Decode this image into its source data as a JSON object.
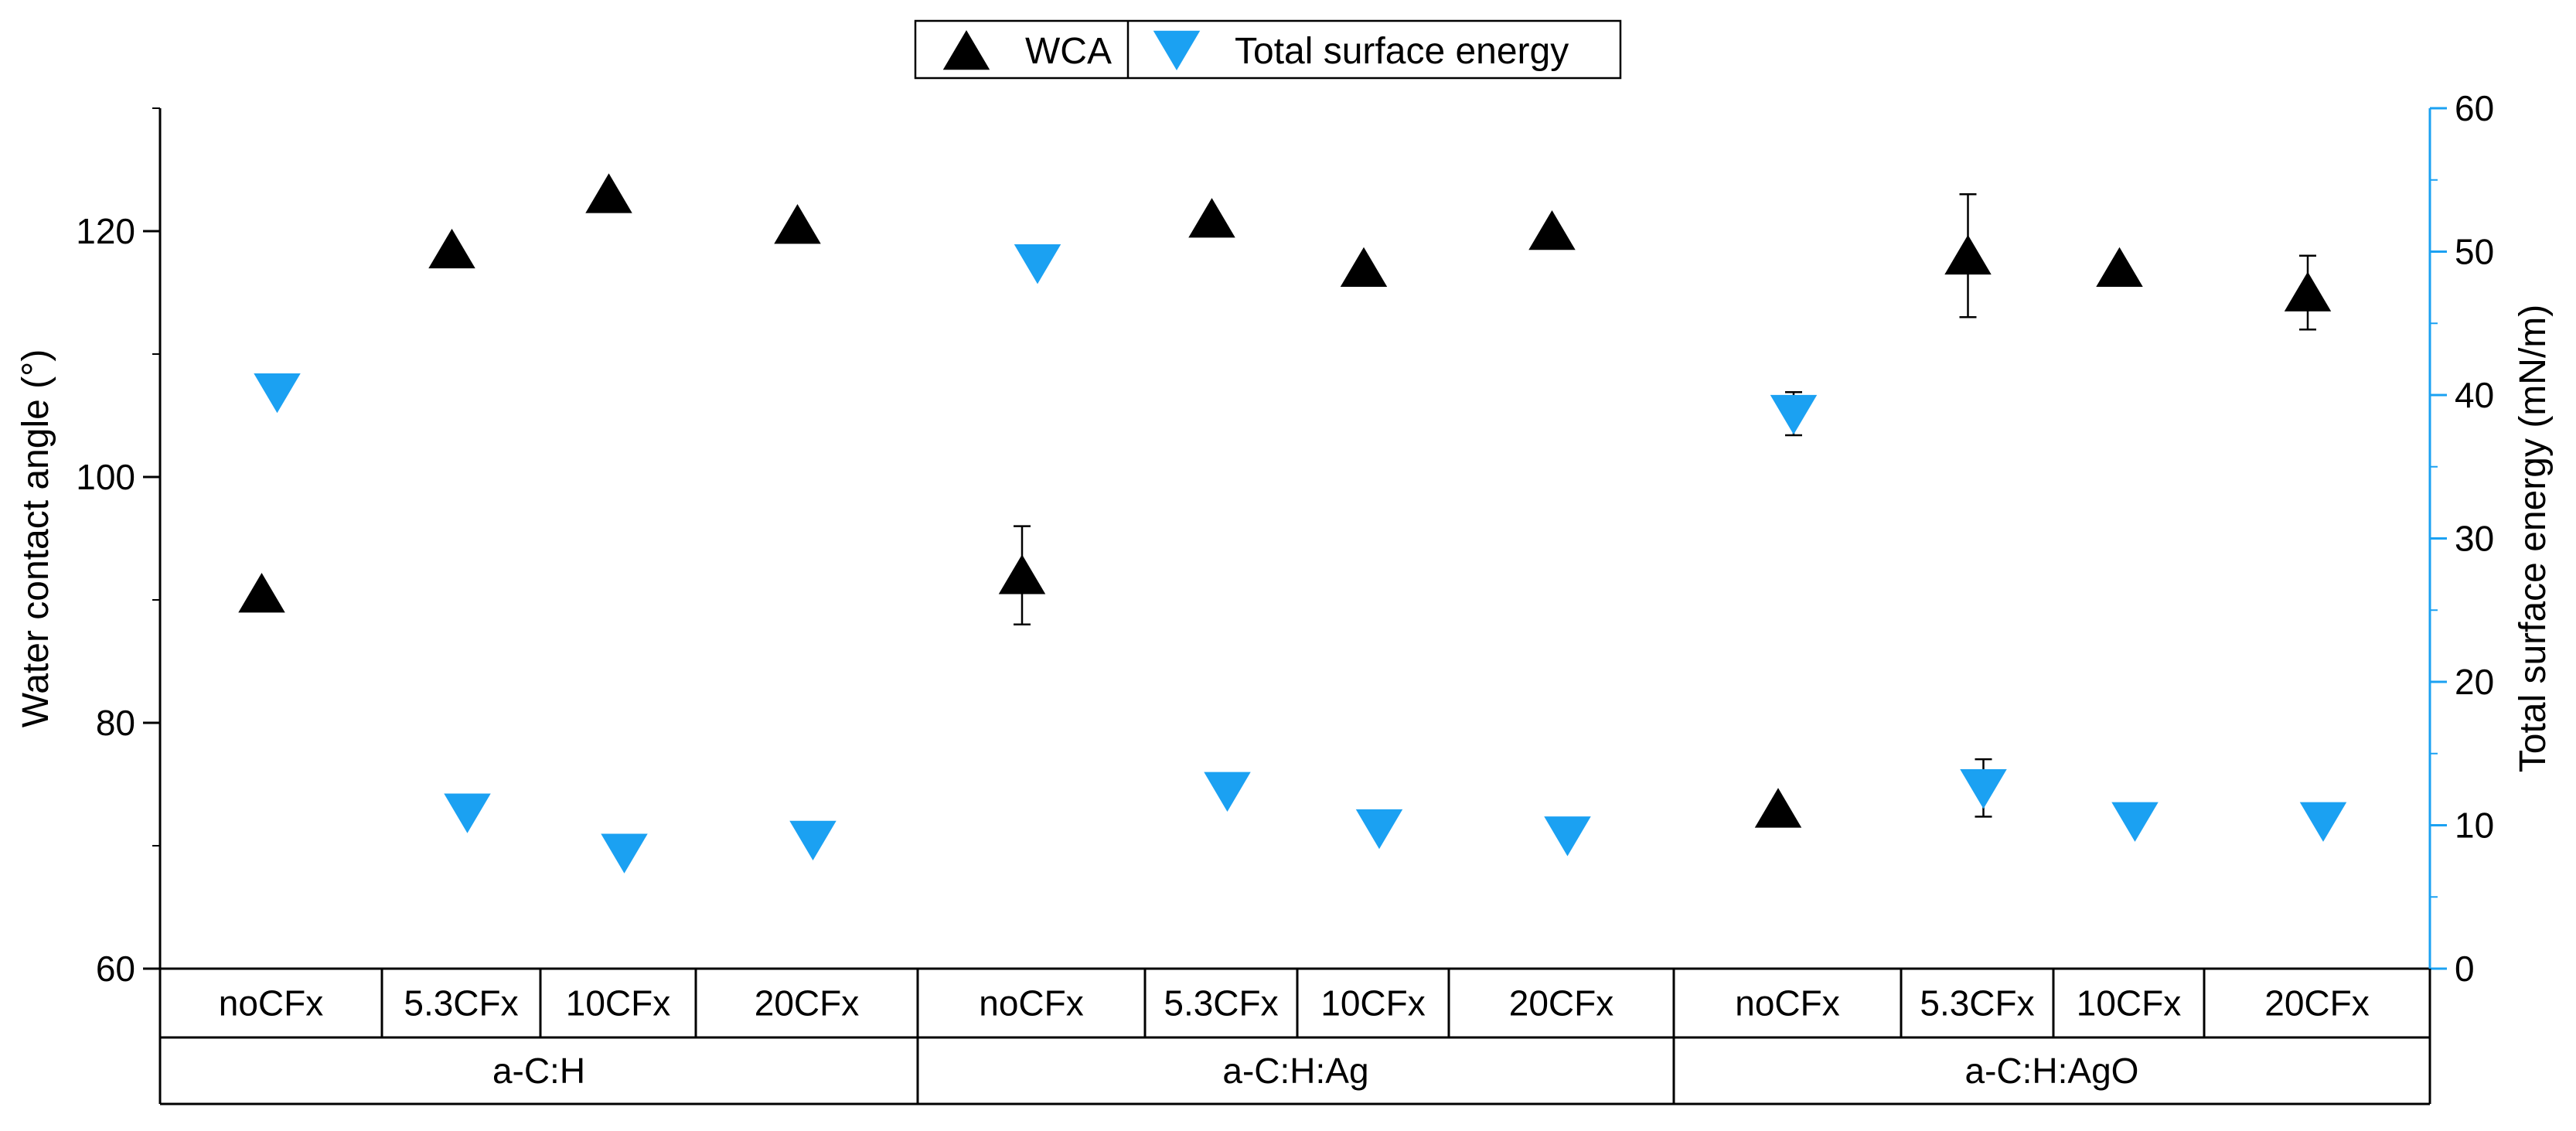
{
  "colors": {
    "wca": "#000000",
    "surface_energy": "#1ba1f2",
    "right_axis": "#1ba1f2"
  },
  "chart_data": {
    "type": "scatter",
    "title": "",
    "xlabel": "",
    "ylabel": "Water contact angle (°)",
    "y2label": "Total surface energy (mN/m)",
    "ylim": [
      60,
      130
    ],
    "y2lim": [
      0,
      60
    ],
    "yticks": [
      "60",
      "80",
      "100",
      "120"
    ],
    "y2ticks": [
      "0",
      "10",
      "20",
      "30",
      "40",
      "50",
      "60"
    ],
    "legend": {
      "position": "top-center",
      "entries": [
        "WCA",
        "Total surface energy"
      ]
    },
    "groups": [
      "a-C:H",
      "a-C:H:Ag",
      "a-C:H:AgO"
    ],
    "categories": [
      "noCFx",
      "5.3CFx",
      "10CFx",
      "20CFx",
      "noCFx",
      "5.3CFx",
      "10CFx",
      "20CFx",
      "noCFx",
      "5.3CFx",
      "10CFx",
      "20CFx"
    ],
    "series": [
      {
        "name": "WCA",
        "axis": "left",
        "marker": "triangle-up",
        "values": [
          90.5,
          118.5,
          123,
          120.5,
          92,
          121,
          117,
          120,
          73,
          118,
          117,
          115
        ],
        "errors": [
          0,
          0,
          0,
          0,
          4,
          0,
          0,
          0,
          0,
          5,
          0,
          3
        ]
      },
      {
        "name": "Total surface energy",
        "axis": "right",
        "marker": "triangle-down",
        "values": [
          40.2,
          10.9,
          8.1,
          9.0,
          49.2,
          12.4,
          9.8,
          9.3,
          38.7,
          12.6,
          10.3,
          10.3
        ],
        "errors": [
          0,
          0,
          0,
          0,
          0,
          0,
          0,
          0,
          1.5,
          2.0,
          0,
          0
        ]
      }
    ]
  }
}
